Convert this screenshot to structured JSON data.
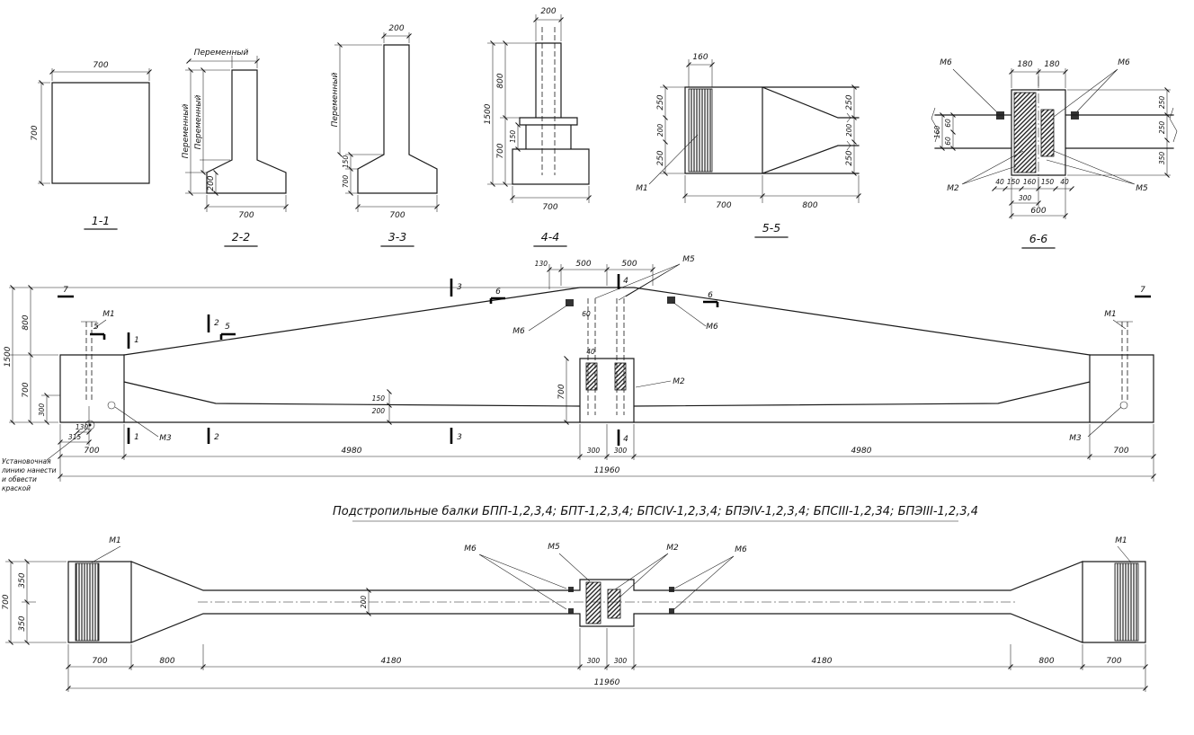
{
  "title": "Подстропильные балки БПП-1,2,3,4; БПТ-1,2,3,4; БПСIV-1,2,3,4; БПЭIV-1,2,3,4; БПСIII-1,2,34; БПЭIII-1,2,3,4",
  "note": [
    "Установочная",
    "линию нанести",
    "и обвести",
    "краской"
  ],
  "s1": {
    "label": "1-1",
    "dim_top": "700",
    "dim_left": "700"
  },
  "s2": {
    "label": "2-2",
    "dim_top": "Переменный",
    "dim_left_a": "Переменный",
    "dim_left_b": "Переменный",
    "dim_base": "200",
    "dim_bottom": "700"
  },
  "s3": {
    "label": "3-3",
    "dim_top": "200",
    "dim_left": "Переменный",
    "dim_chamfer": "150",
    "dim_base": "700",
    "dim_bottom": "700"
  },
  "s4": {
    "label": "4-4",
    "dim_top": "200",
    "dim_total": "1500",
    "dim_upper": "800",
    "dim_lower": "700",
    "dim_plate": "150",
    "dim_bottom": "700"
  },
  "s5": {
    "label": "5-5",
    "mark_m1": "М1",
    "dim_plate": "160",
    "left": [
      "250",
      "200",
      "250"
    ],
    "right": [
      "250",
      "200",
      "250"
    ],
    "dim_block": "700",
    "dim_taper": "800"
  },
  "s6": {
    "label": "6-6",
    "m6l": "М6",
    "m6r": "М6",
    "m2": "М2",
    "m5": "М5",
    "top": [
      "180",
      "180"
    ],
    "left": [
      "160",
      "60",
      "60"
    ],
    "right": [
      "250",
      "250",
      "350"
    ],
    "row": [
      "40",
      "150",
      "160",
      "150",
      "40"
    ],
    "dim_300": "300",
    "dim_600": "600"
  },
  "elev": {
    "m1l": "М1",
    "m1r": "М1",
    "m2": "М2",
    "m3l": "М3",
    "m3r": "М3",
    "m5": "М5",
    "m6l": "М6",
    "m6r": "М6",
    "c1": "1",
    "c2": "2",
    "c3": "3",
    "c4": "4",
    "c5": "5",
    "c6": "6",
    "c7": "7",
    "h_total": "1500",
    "h_upper": "800",
    "h_end": "700",
    "h_flange": "300",
    "d130t": "130",
    "d500a": "500",
    "d500b": "500",
    "d60": "60",
    "d40": "40",
    "h_center": "700",
    "d150": "150",
    "d200": "200",
    "d130": "130",
    "d315": "315",
    "b700l": "700",
    "b4980l": "4980",
    "b300a": "300",
    "b300b": "300",
    "b4980r": "4980",
    "b700r": "700",
    "total": "11960"
  },
  "plan": {
    "m1l": "М1",
    "m6l": "М6",
    "m5": "М5",
    "m2": "М2",
    "m6r": "М6",
    "m1r": "М1",
    "h_total": "700",
    "h_a": "350",
    "h_b": "350",
    "d200": "200",
    "b700l": "700",
    "b800l": "800",
    "b4180l": "4180",
    "b300a": "300",
    "b300b": "300",
    "b4180r": "4180",
    "b800r": "800",
    "b700r": "700",
    "total": "11960"
  }
}
